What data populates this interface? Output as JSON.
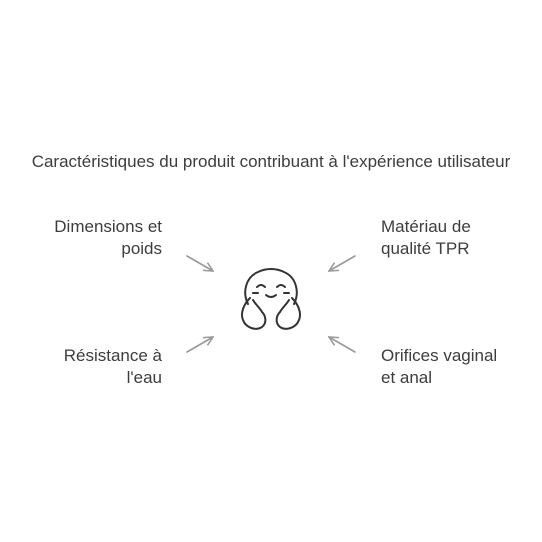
{
  "title": "Caractéristiques du produit contribuant à l'expérience utilisateur",
  "center_icon": "happy-face-icon",
  "features": {
    "top_left": {
      "line1": "Dimensions et",
      "line2": "poids"
    },
    "top_right": {
      "line1": "Matériau de",
      "line2": "qualité TPR"
    },
    "bottom_left": {
      "line1": "Résistance à",
      "line2": "l'eau"
    },
    "bottom_right": {
      "line1": "Orifices vaginal",
      "line2": "et anal"
    }
  },
  "colors": {
    "text": "#3d3d3d",
    "arrow": "#999999",
    "icon": "#333333"
  }
}
